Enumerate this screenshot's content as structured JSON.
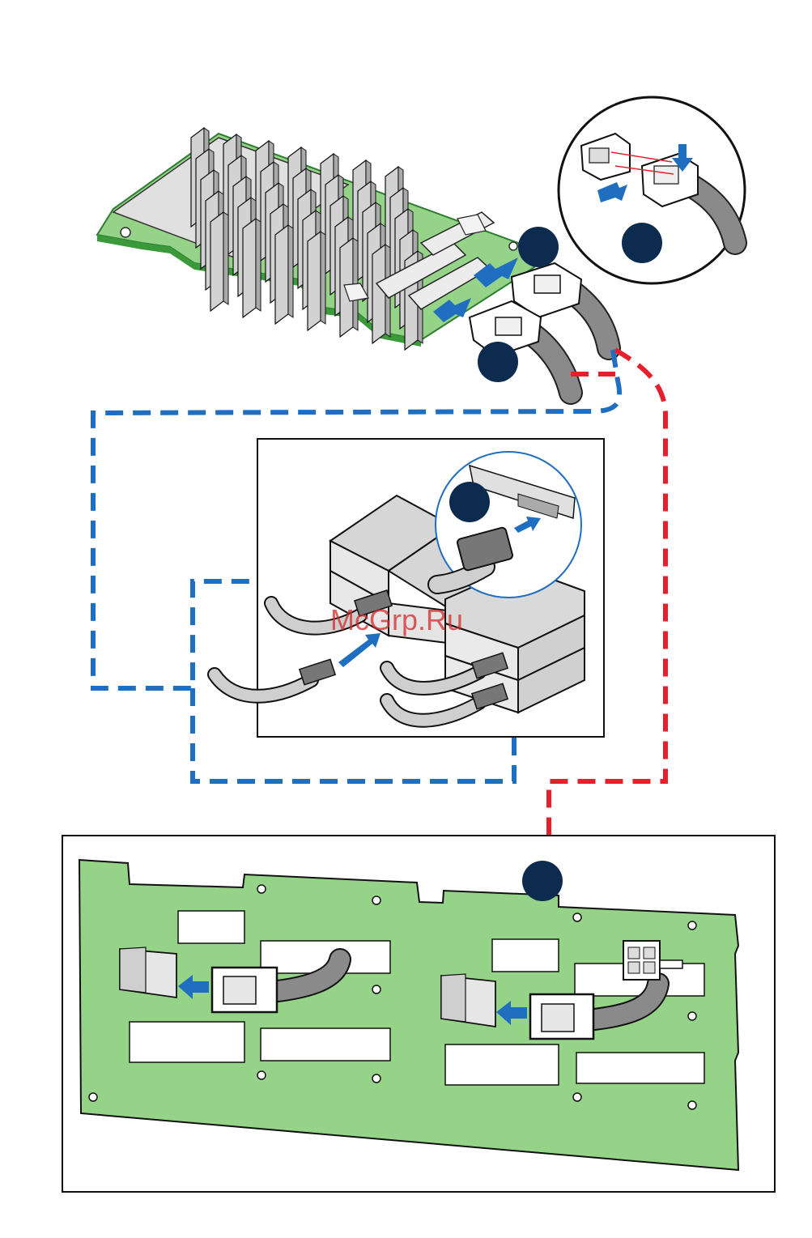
{
  "watermark": {
    "text": "McGrp.Ru"
  },
  "colors": {
    "board_green": "#95d488",
    "board_green_dark": "#3a9a3a",
    "cable_blue": "#1f6ebf",
    "cable_red": "#e5202c",
    "arrow_blue": "#1f6ebf",
    "step_circle": "#0d2b4e",
    "heatsink": "#c9c9c9",
    "cable_gray": "#7d7d7d"
  },
  "step_markers": [
    {
      "id": "marker-controller-top",
      "label": ""
    },
    {
      "id": "marker-controller-bottom",
      "label": ""
    },
    {
      "id": "marker-inset-connector",
      "label": ""
    },
    {
      "id": "marker-inset-drive",
      "label": ""
    },
    {
      "id": "marker-backplane-power",
      "label": ""
    }
  ],
  "icons": [
    "raid-controller-board",
    "heatsink-icon",
    "minisas-connector-icon",
    "sata-drive-icon",
    "backplane-board",
    "power-connector-icon",
    "arrow-icon"
  ]
}
